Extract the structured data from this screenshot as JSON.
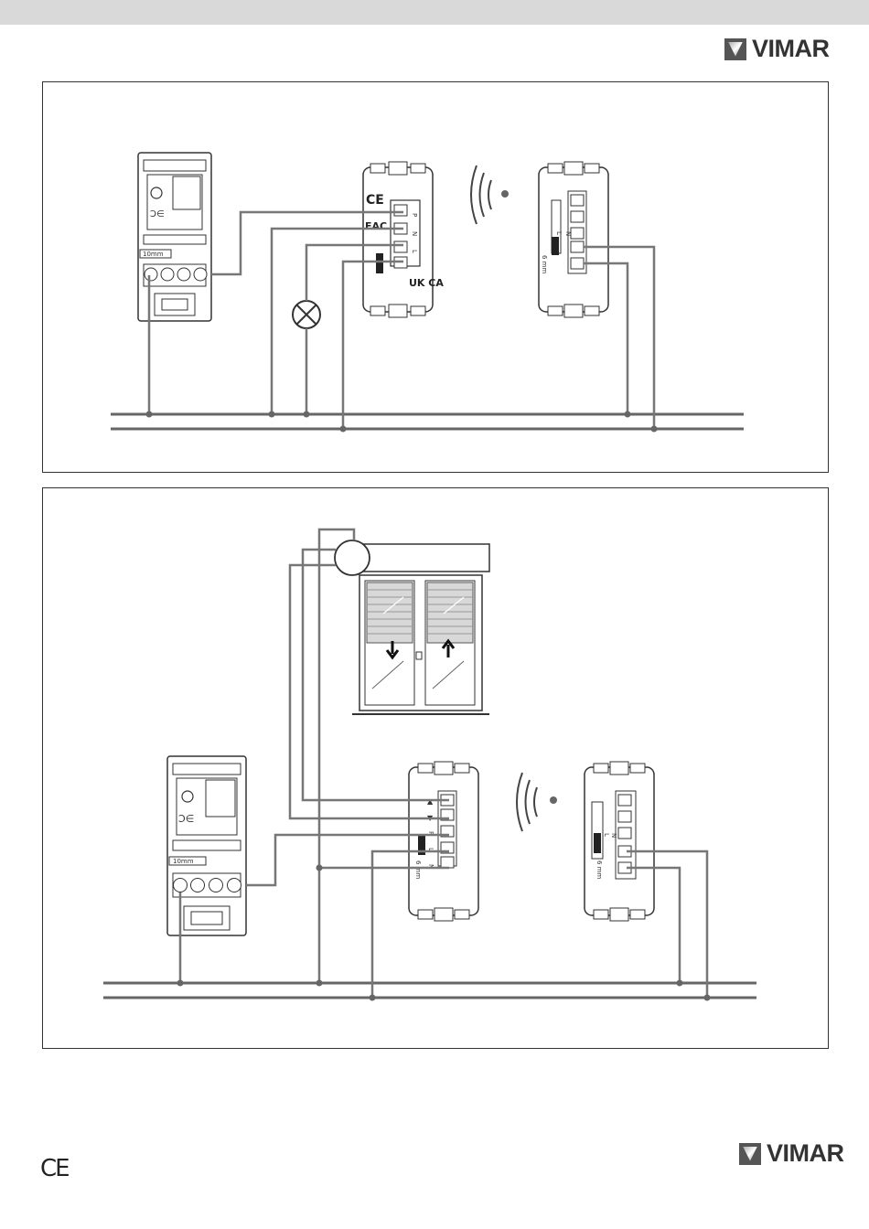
{
  "brand": {
    "name": "VIMAR"
  },
  "footer": {
    "ce_mark": "CE"
  },
  "diagram1": {
    "switch_label": "10mm",
    "actuator_terminals": [
      "P",
      "N",
      "L"
    ],
    "receiver_terminals": [
      "L",
      "N"
    ],
    "strip_label": "6 mm",
    "cert_marks": [
      "CE",
      "EAC",
      "UK CA"
    ]
  },
  "diagram2": {
    "switch_label": "10mm",
    "actuator_terminals": [
      "▲",
      "▼",
      "P",
      "L",
      "N"
    ],
    "receiver_terminals": [
      "L",
      "N"
    ],
    "strip_label": "6 mm"
  },
  "colors": {
    "wire": "#7a7a7a",
    "line": "#555555",
    "frame": "#333333"
  }
}
